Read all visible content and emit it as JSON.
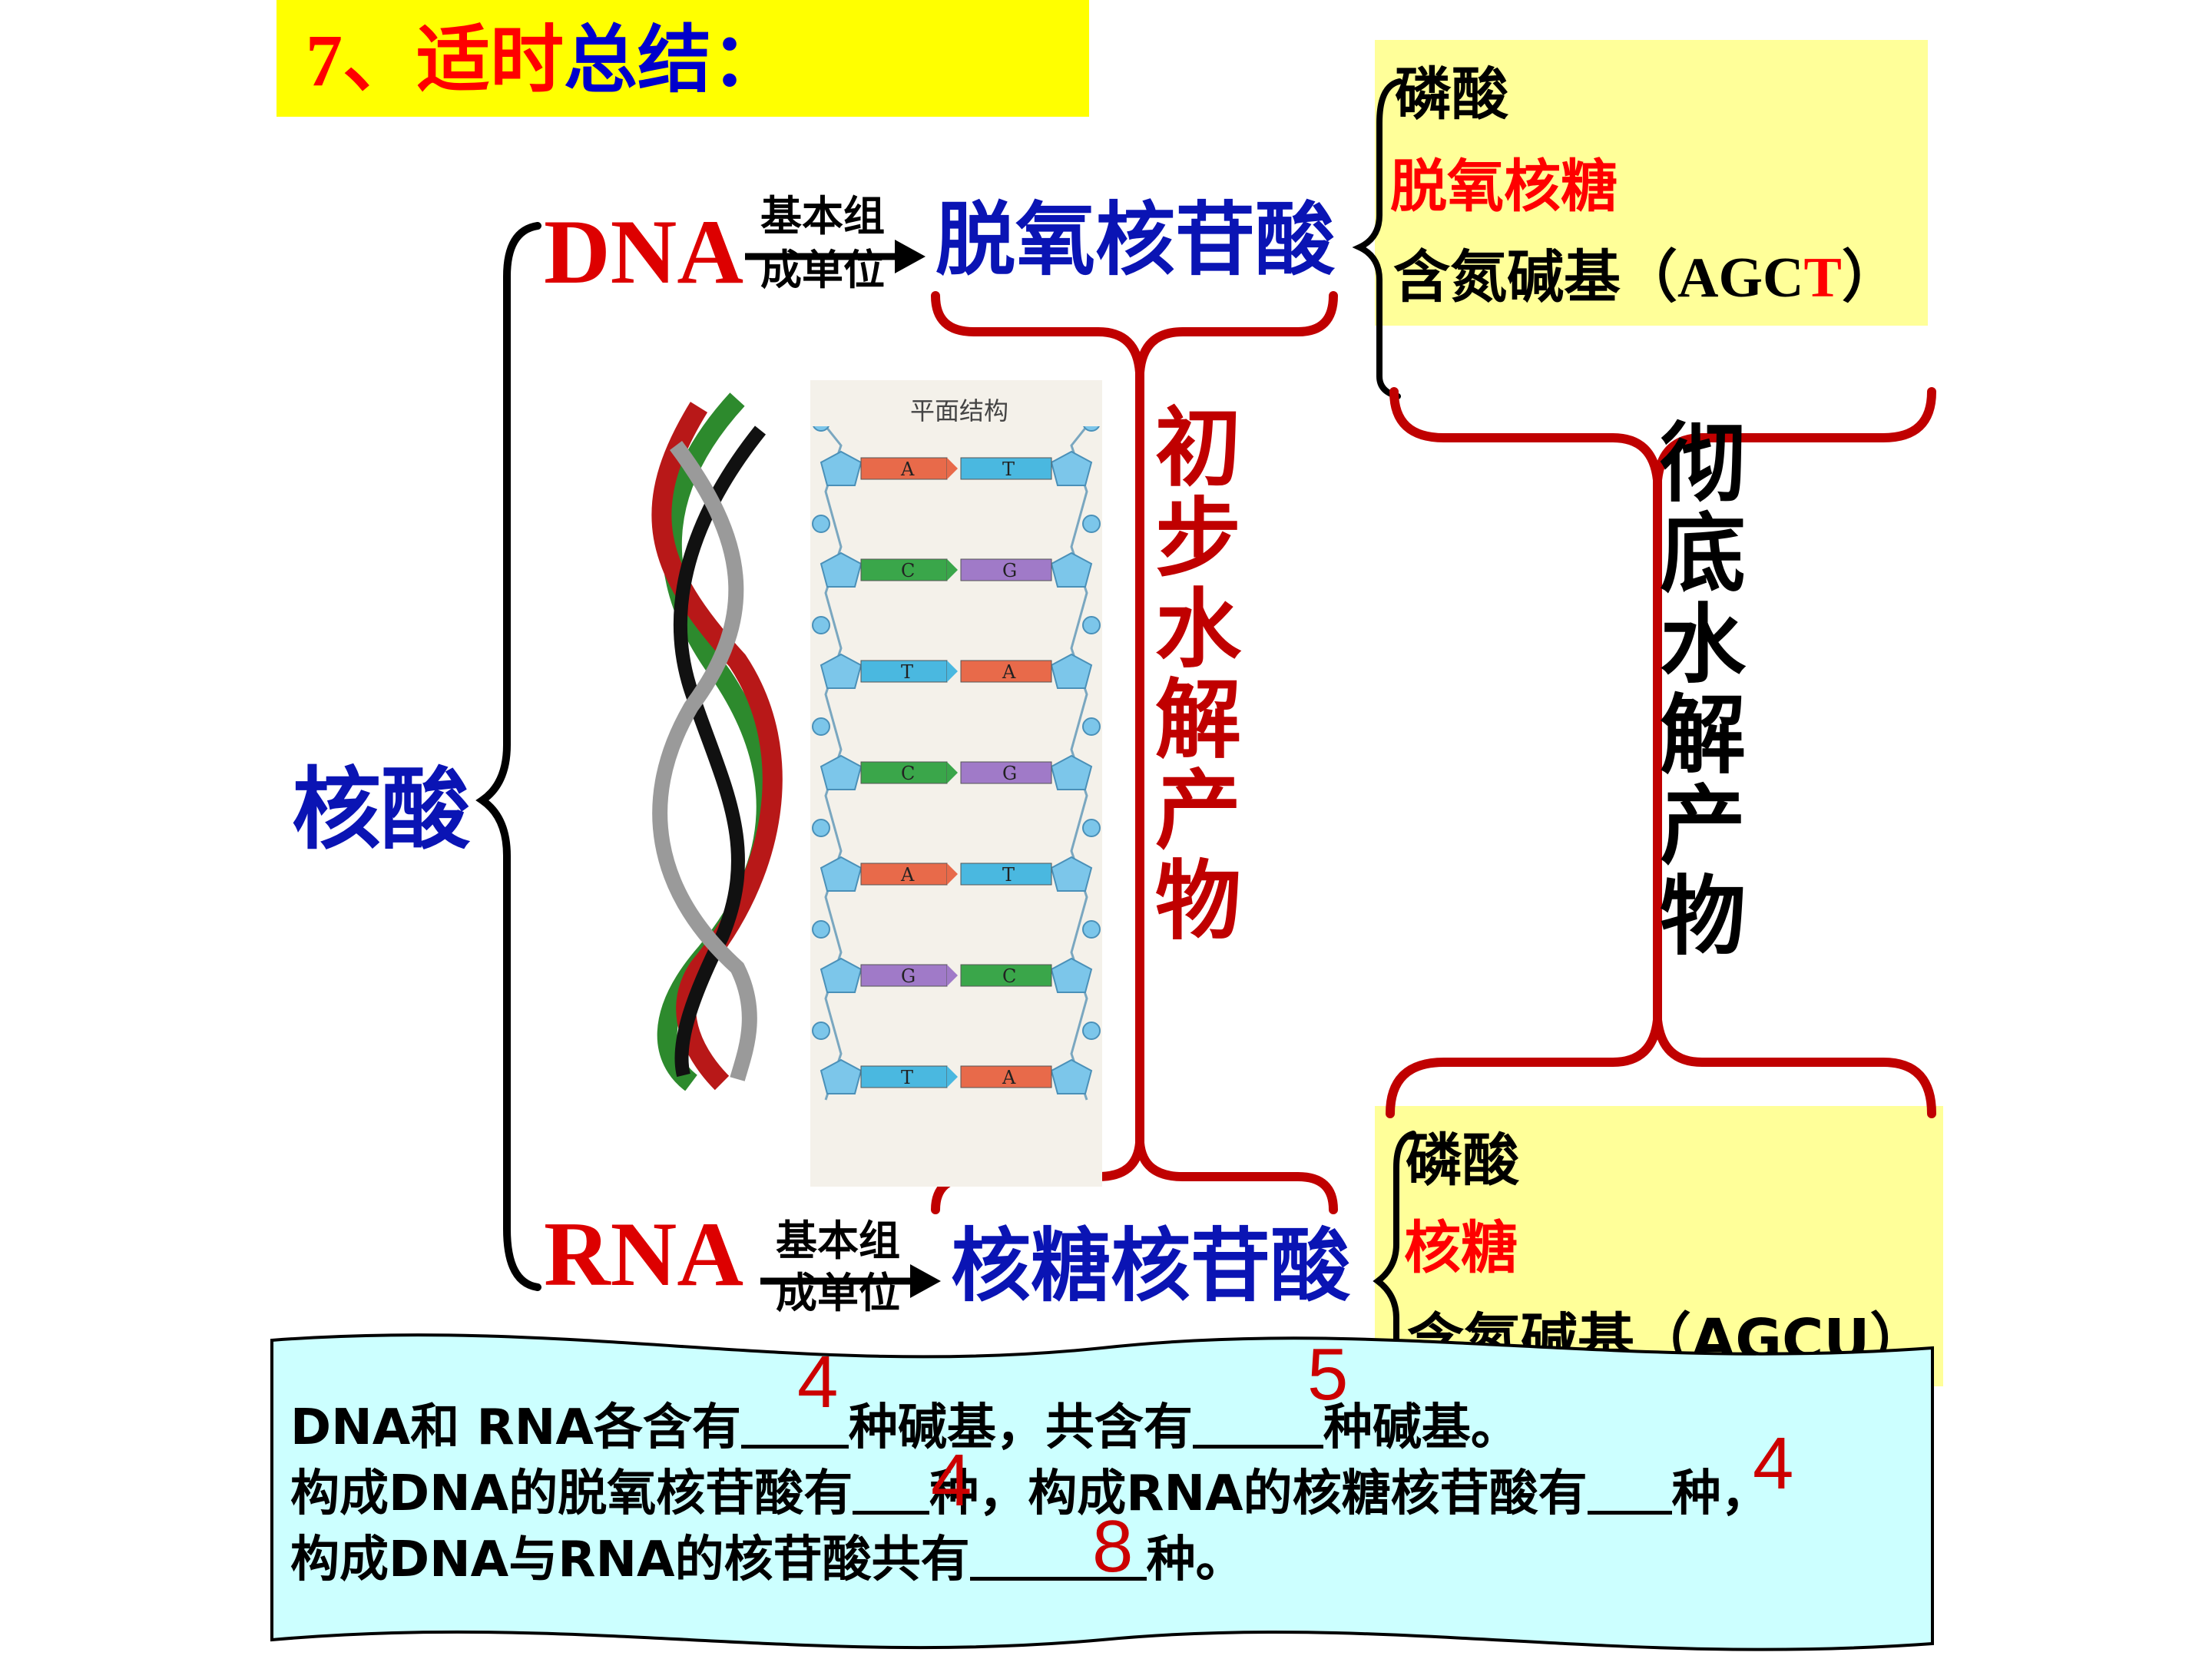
{
  "title": {
    "number": "7、",
    "part1": "适时",
    "part2": "总结："
  },
  "root": "核酸",
  "dna": {
    "label": "DNA",
    "arrow_label_line1": "基本组",
    "arrow_label_line2": "成单位",
    "unit": "脱氧核苷酸",
    "components": {
      "phosphate": "磷酸",
      "sugar": "脱氧核糖",
      "base_prefix": "含氮碱基（",
      "base_main": "AGC",
      "base_special": "T",
      "base_suffix": "）"
    }
  },
  "rna": {
    "label": "RNA",
    "arrow_label_line1": "基本组",
    "arrow_label_line2": "成单位",
    "unit": "核糖核苷酸",
    "components": {
      "phosphate": "磷酸",
      "sugar": "核糖",
      "base_text": "含氮碱基（AGCU）"
    }
  },
  "initial_hydrolysis": [
    "初",
    "步",
    "水",
    "解",
    "产",
    "物"
  ],
  "complete_hydrolysis": [
    "彻",
    "底",
    "水",
    "解",
    "产",
    "物"
  ],
  "structure_image": {
    "title": "平面结构",
    "pairs": [
      [
        "A",
        "T"
      ],
      [
        "C",
        "G"
      ],
      [
        "T",
        "A"
      ],
      [
        "C",
        "G"
      ],
      [
        "A",
        "T"
      ],
      [
        "G",
        "C"
      ],
      [
        "T",
        "A"
      ]
    ]
  },
  "colors": {
    "A": "#e86a4a",
    "T": "#4ab8e0",
    "C": "#3aa64a",
    "G": "#a07ac8",
    "bracket_red": "#c00000",
    "question_bg": "#ccffff"
  },
  "questions": {
    "line1": {
      "a": "DNA和 RNA各含有",
      "b": "种碱基，共含有",
      "c": "种碱基。"
    },
    "line2": {
      "a": "构成DNA的脱氧核苷酸有",
      "b": "种，构成RNA的核糖核苷酸有",
      "c": "种，"
    },
    "line3": {
      "a": "构成DNA与RNA的核苷酸共有",
      "b": "种。"
    },
    "answers": {
      "base_each": "4",
      "base_total": "5",
      "deoxy_nucleotides": "4",
      "ribo_nucleotides": "4",
      "total_nucleotides": "8"
    }
  }
}
